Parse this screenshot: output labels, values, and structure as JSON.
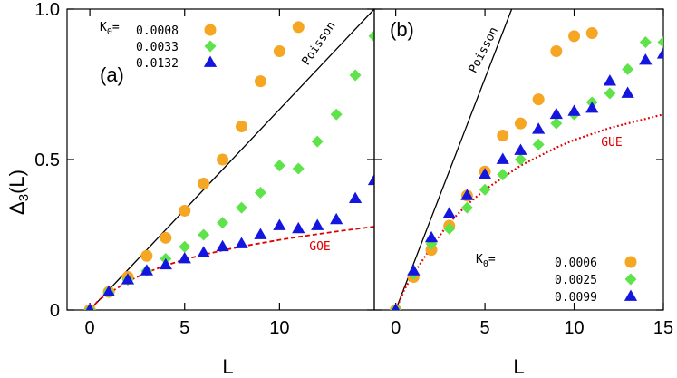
{
  "ylabel_main": "Δ",
  "ylabel_sub": "3",
  "ylabel_tail": "(L)",
  "chart_data": [
    {
      "type": "scatter",
      "panel": "(a)",
      "xlabel": "L",
      "xlim": [
        -1.2,
        15
      ],
      "ylim": [
        0,
        1.0
      ],
      "xticks": [
        0,
        5,
        10
      ],
      "xtick_labels": [
        "0",
        "5",
        "10"
      ],
      "yticks": [
        0,
        0.5,
        1.0
      ],
      "ytick_labels": [
        "0",
        "0.5",
        "1.0"
      ],
      "legend_position": "top-left",
      "legend_title_main": "K",
      "legend_title_sub": "0",
      "legend_title_tail": "=",
      "series": [
        {
          "name": "0.0008",
          "marker": "circle",
          "color": "#f5a623",
          "x": [
            0,
            1,
            2,
            3,
            4,
            5,
            6,
            7,
            8,
            9,
            10,
            11
          ],
          "y": [
            0,
            0.06,
            0.11,
            0.18,
            0.24,
            0.33,
            0.42,
            0.5,
            0.61,
            0.76,
            0.86,
            0.94
          ]
        },
        {
          "name": "0.0033",
          "marker": "diamond",
          "color": "#5ee34a",
          "x": [
            0,
            1,
            2,
            3,
            4,
            5,
            6,
            7,
            8,
            9,
            10,
            11,
            12,
            13,
            14,
            15
          ],
          "y": [
            0,
            0.06,
            0.1,
            0.13,
            0.17,
            0.21,
            0.25,
            0.29,
            0.34,
            0.39,
            0.48,
            0.47,
            0.56,
            0.65,
            0.78,
            0.91
          ]
        },
        {
          "name": "0.0132",
          "marker": "triangle",
          "color": "#1515e0",
          "x": [
            0,
            1,
            2,
            3,
            4,
            5,
            6,
            7,
            8,
            9,
            10,
            11,
            12,
            13,
            14,
            15
          ],
          "y": [
            0,
            0.06,
            0.1,
            0.13,
            0.15,
            0.17,
            0.19,
            0.21,
            0.22,
            0.25,
            0.28,
            0.27,
            0.28,
            0.3,
            0.37,
            0.43
          ]
        }
      ],
      "curves": [
        {
          "name": "Poisson",
          "style": "solid",
          "color": "#000000",
          "x": [
            0,
            15
          ],
          "y": [
            0,
            1.0
          ]
        },
        {
          "name": "GOE",
          "style": "dashed",
          "color": "#e00000",
          "x": [
            0,
            0.5,
            1,
            2,
            3,
            4,
            5,
            6,
            7,
            8,
            9,
            10,
            11,
            12,
            13,
            14,
            15
          ],
          "y": [
            0,
            0.035,
            0.055,
            0.095,
            0.125,
            0.148,
            0.168,
            0.184,
            0.198,
            0.211,
            0.222,
            0.233,
            0.243,
            0.252,
            0.261,
            0.269,
            0.277
          ]
        }
      ]
    },
    {
      "type": "scatter",
      "panel": "(b)",
      "xlabel": "L",
      "xlim": [
        -1.2,
        15
      ],
      "ylim": [
        0,
        1.0
      ],
      "xticks": [
        0,
        5,
        10,
        15
      ],
      "xtick_labels": [
        "0",
        "5",
        "10",
        "15"
      ],
      "yticks": [
        0,
        0.5,
        1.0
      ],
      "ytick_labels": [
        "",
        "",
        ""
      ],
      "legend_position": "bottom-right",
      "legend_title_main": "K",
      "legend_title_sub": "0",
      "legend_title_tail": "=",
      "series": [
        {
          "name": "0.0006",
          "marker": "circle",
          "color": "#f5a623",
          "x": [
            0,
            1,
            2,
            3,
            4,
            5,
            6,
            7,
            8,
            9,
            10,
            11
          ],
          "y": [
            0,
            0.11,
            0.2,
            0.28,
            0.38,
            0.46,
            0.58,
            0.62,
            0.7,
            0.86,
            0.91,
            0.92
          ]
        },
        {
          "name": "0.0025",
          "marker": "diamond",
          "color": "#5ee34a",
          "x": [
            0,
            1,
            2,
            3,
            4,
            5,
            6,
            7,
            8,
            9,
            10,
            11,
            12,
            13,
            14,
            15
          ],
          "y": [
            0,
            0.12,
            0.22,
            0.27,
            0.34,
            0.4,
            0.45,
            0.5,
            0.55,
            0.62,
            0.65,
            0.69,
            0.72,
            0.8,
            0.89,
            0.89
          ]
        },
        {
          "name": "0.0099",
          "marker": "triangle",
          "color": "#1515e0",
          "x": [
            0,
            1,
            2,
            3,
            4,
            5,
            6,
            7,
            8,
            9,
            10,
            11,
            12,
            13,
            14,
            15
          ],
          "y": [
            0,
            0.13,
            0.24,
            0.32,
            0.38,
            0.45,
            0.5,
            0.53,
            0.6,
            0.65,
            0.66,
            0.67,
            0.76,
            0.72,
            0.83,
            0.85
          ]
        }
      ],
      "curves": [
        {
          "name": "Poisson",
          "style": "solid",
          "color": "#000000",
          "x": [
            0,
            6.5
          ],
          "y": [
            0,
            1.0
          ]
        },
        {
          "name": "GUE",
          "style": "dotted",
          "color": "#e00000",
          "x": [
            0,
            0.5,
            1,
            2,
            3,
            4,
            5,
            6,
            7,
            8,
            9,
            10,
            11,
            12,
            13,
            14,
            15
          ],
          "y": [
            0,
            0.07,
            0.12,
            0.21,
            0.29,
            0.35,
            0.4,
            0.44,
            0.48,
            0.51,
            0.54,
            0.565,
            0.585,
            0.605,
            0.62,
            0.635,
            0.65
          ]
        }
      ]
    }
  ]
}
